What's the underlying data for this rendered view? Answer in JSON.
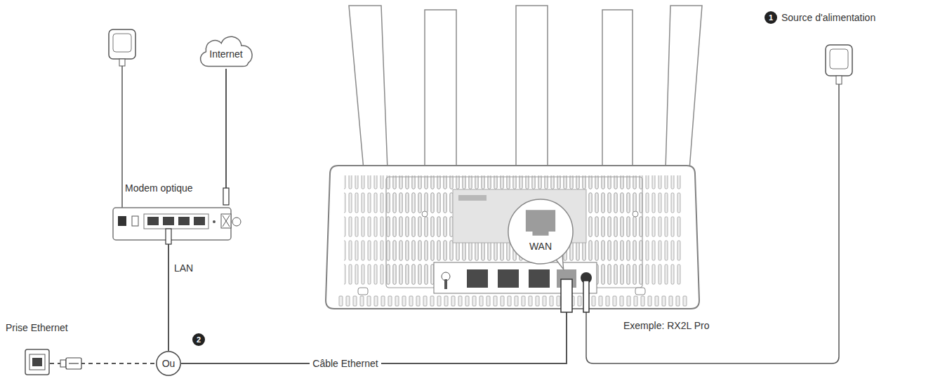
{
  "diagram": {
    "nodes": [
      {
        "text": [
          "Internet"
        ]
      },
      {
        "text": [
          "Modem optique"
        ]
      },
      {
        "text": [
          "Prise Ethernet"
        ]
      },
      {
        "text": [
          "Ou"
        ]
      },
      {
        "text": [
          "Exemple: RX2L Pro"
        ]
      },
      {
        "text": [
          "WAN"
        ],
        "in": 4
      }
    ],
    "edges": [
      {
        "from": 0,
        "to": 1,
        "arrow": "none"
      },
      {
        "from": 1,
        "to": 3,
        "arrow": "none",
        "label": "LAN"
      },
      {
        "from": 2,
        "to": 3,
        "arrow": "none"
      },
      {
        "from": 3,
        "to": 4,
        "arrow": "none",
        "label": "Câble Ethernet"
      }
    ],
    "labels": [
      "1",
      "Source d'alimentation",
      "2"
    ]
  }
}
